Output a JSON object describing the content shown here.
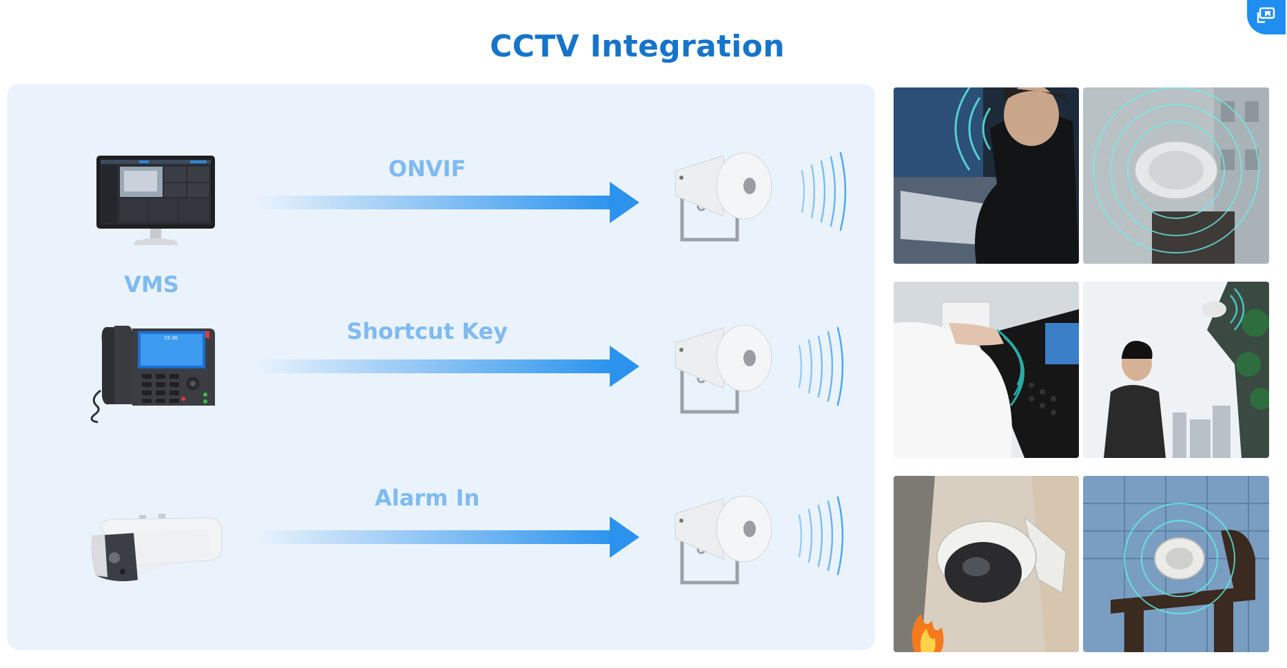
{
  "title": "CCTV Integration",
  "rows": [
    {
      "source": "VMS",
      "protocol": "ONVIF",
      "source_icon": "monitor-icon"
    },
    {
      "source": "",
      "protocol": "Shortcut Key",
      "source_icon": "ip-phone-icon"
    },
    {
      "source": "",
      "protocol": "Alarm In",
      "source_icon": "bullet-camera-icon"
    }
  ],
  "target_icon": "horn-speaker-icon",
  "colors": {
    "title": "#1674c9",
    "arrow": "#2b93ee",
    "panel_bg": "#eaf3fc",
    "label": "#7fbaf0"
  },
  "photos": [
    {
      "name": "photo-operator-mic"
    },
    {
      "name": "photo-speaker-on-pole"
    },
    {
      "name": "photo-hand-on-phone"
    },
    {
      "name": "photo-man-with-speaker"
    },
    {
      "name": "photo-dome-camera-fire"
    },
    {
      "name": "photo-speaker-on-building"
    }
  ]
}
